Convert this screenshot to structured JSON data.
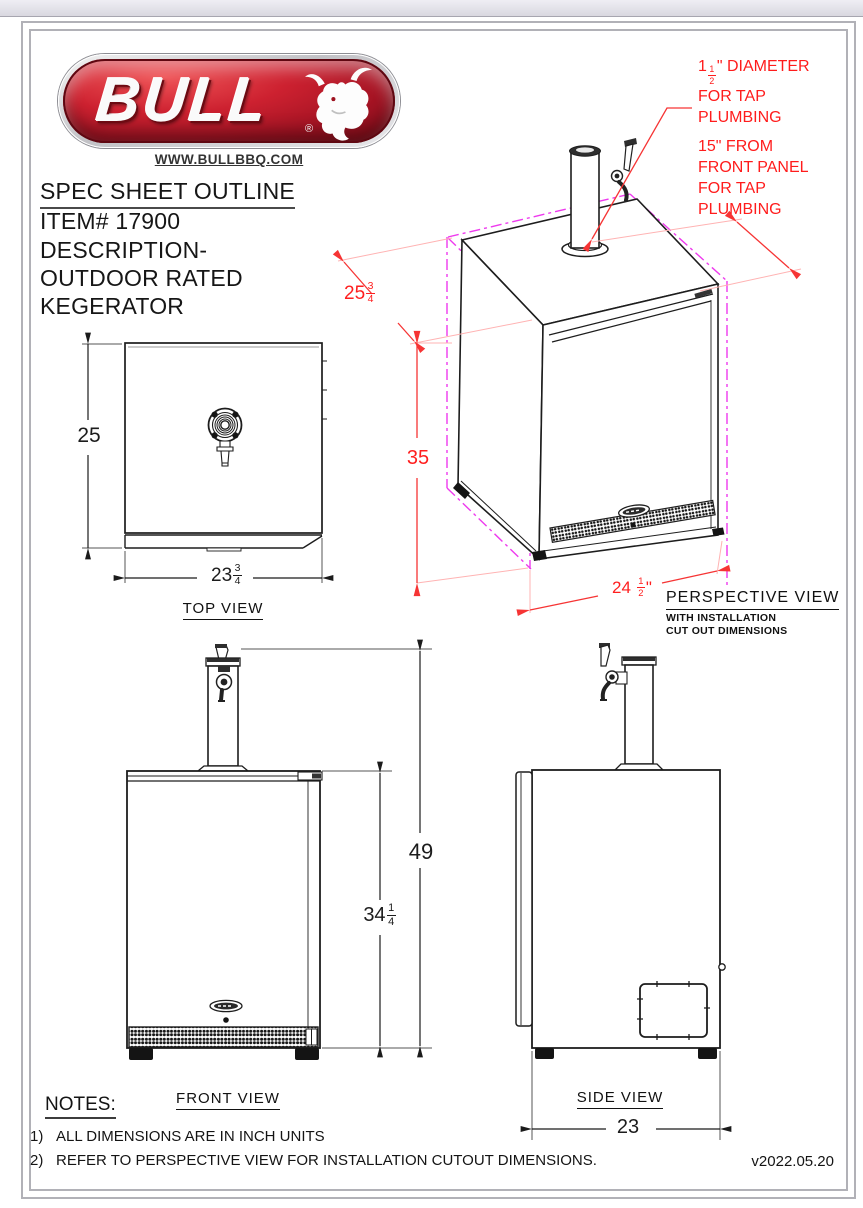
{
  "header": {
    "logo_text": "BULL",
    "logo_reg": "®",
    "website": "WWW.BULLBBQ.COM",
    "title": "SPEC SHEET OUTLINE",
    "item": "ITEM# 17900",
    "desc_label": "DESCRIPTION-",
    "desc_line1": "OUTDOOR RATED",
    "desc_line2": "KEGERATOR"
  },
  "annotations": {
    "tap_diameter": {
      "pre": "1",
      "num": "1",
      "den": "2",
      "post": "\" DIAMETER",
      "line2": "FOR TAP",
      "line3": "PLUMBING"
    },
    "tap_depth": {
      "line1": "15\" FROM",
      "line2": "FRONT PANEL",
      "line3": "FOR TAP",
      "line4": "PLUMBING"
    }
  },
  "views": {
    "top": {
      "label": "TOP VIEW",
      "dim_depth": "25",
      "dim_width": {
        "whole": "23",
        "num": "3",
        "den": "4"
      }
    },
    "perspective": {
      "label": "PERSPECTIVE VIEW",
      "sub_line1": "WITH INSTALLATION",
      "sub_line2": "CUT OUT DIMENSIONS",
      "dim_depth": {
        "whole": "25",
        "num": "3",
        "den": "4"
      },
      "dim_height": "35",
      "dim_width": {
        "whole": "24",
        "num": "1",
        "den": "2",
        "post": "\""
      }
    },
    "front": {
      "label": "FRONT VIEW",
      "dim_total_height": "49",
      "dim_cabinet_height": {
        "whole": "34",
        "num": "1",
        "den": "4"
      }
    },
    "side": {
      "label": "SIDE VIEW",
      "dim_depth": "23"
    }
  },
  "notes": {
    "heading": "NOTES:",
    "items": [
      {
        "num": "1)",
        "text": "ALL DIMENSIONS ARE IN INCH UNITS"
      },
      {
        "num": "2)",
        "text": "REFER TO PERSPECTIVE VIEW FOR INSTALLATION CUTOUT DIMENSIONS."
      }
    ],
    "version": "v2022.05.20"
  },
  "colors": {
    "dimension_red": "#ff2222",
    "cutout_magenta": "#ee3aee",
    "logo_red": "#b5121f"
  }
}
